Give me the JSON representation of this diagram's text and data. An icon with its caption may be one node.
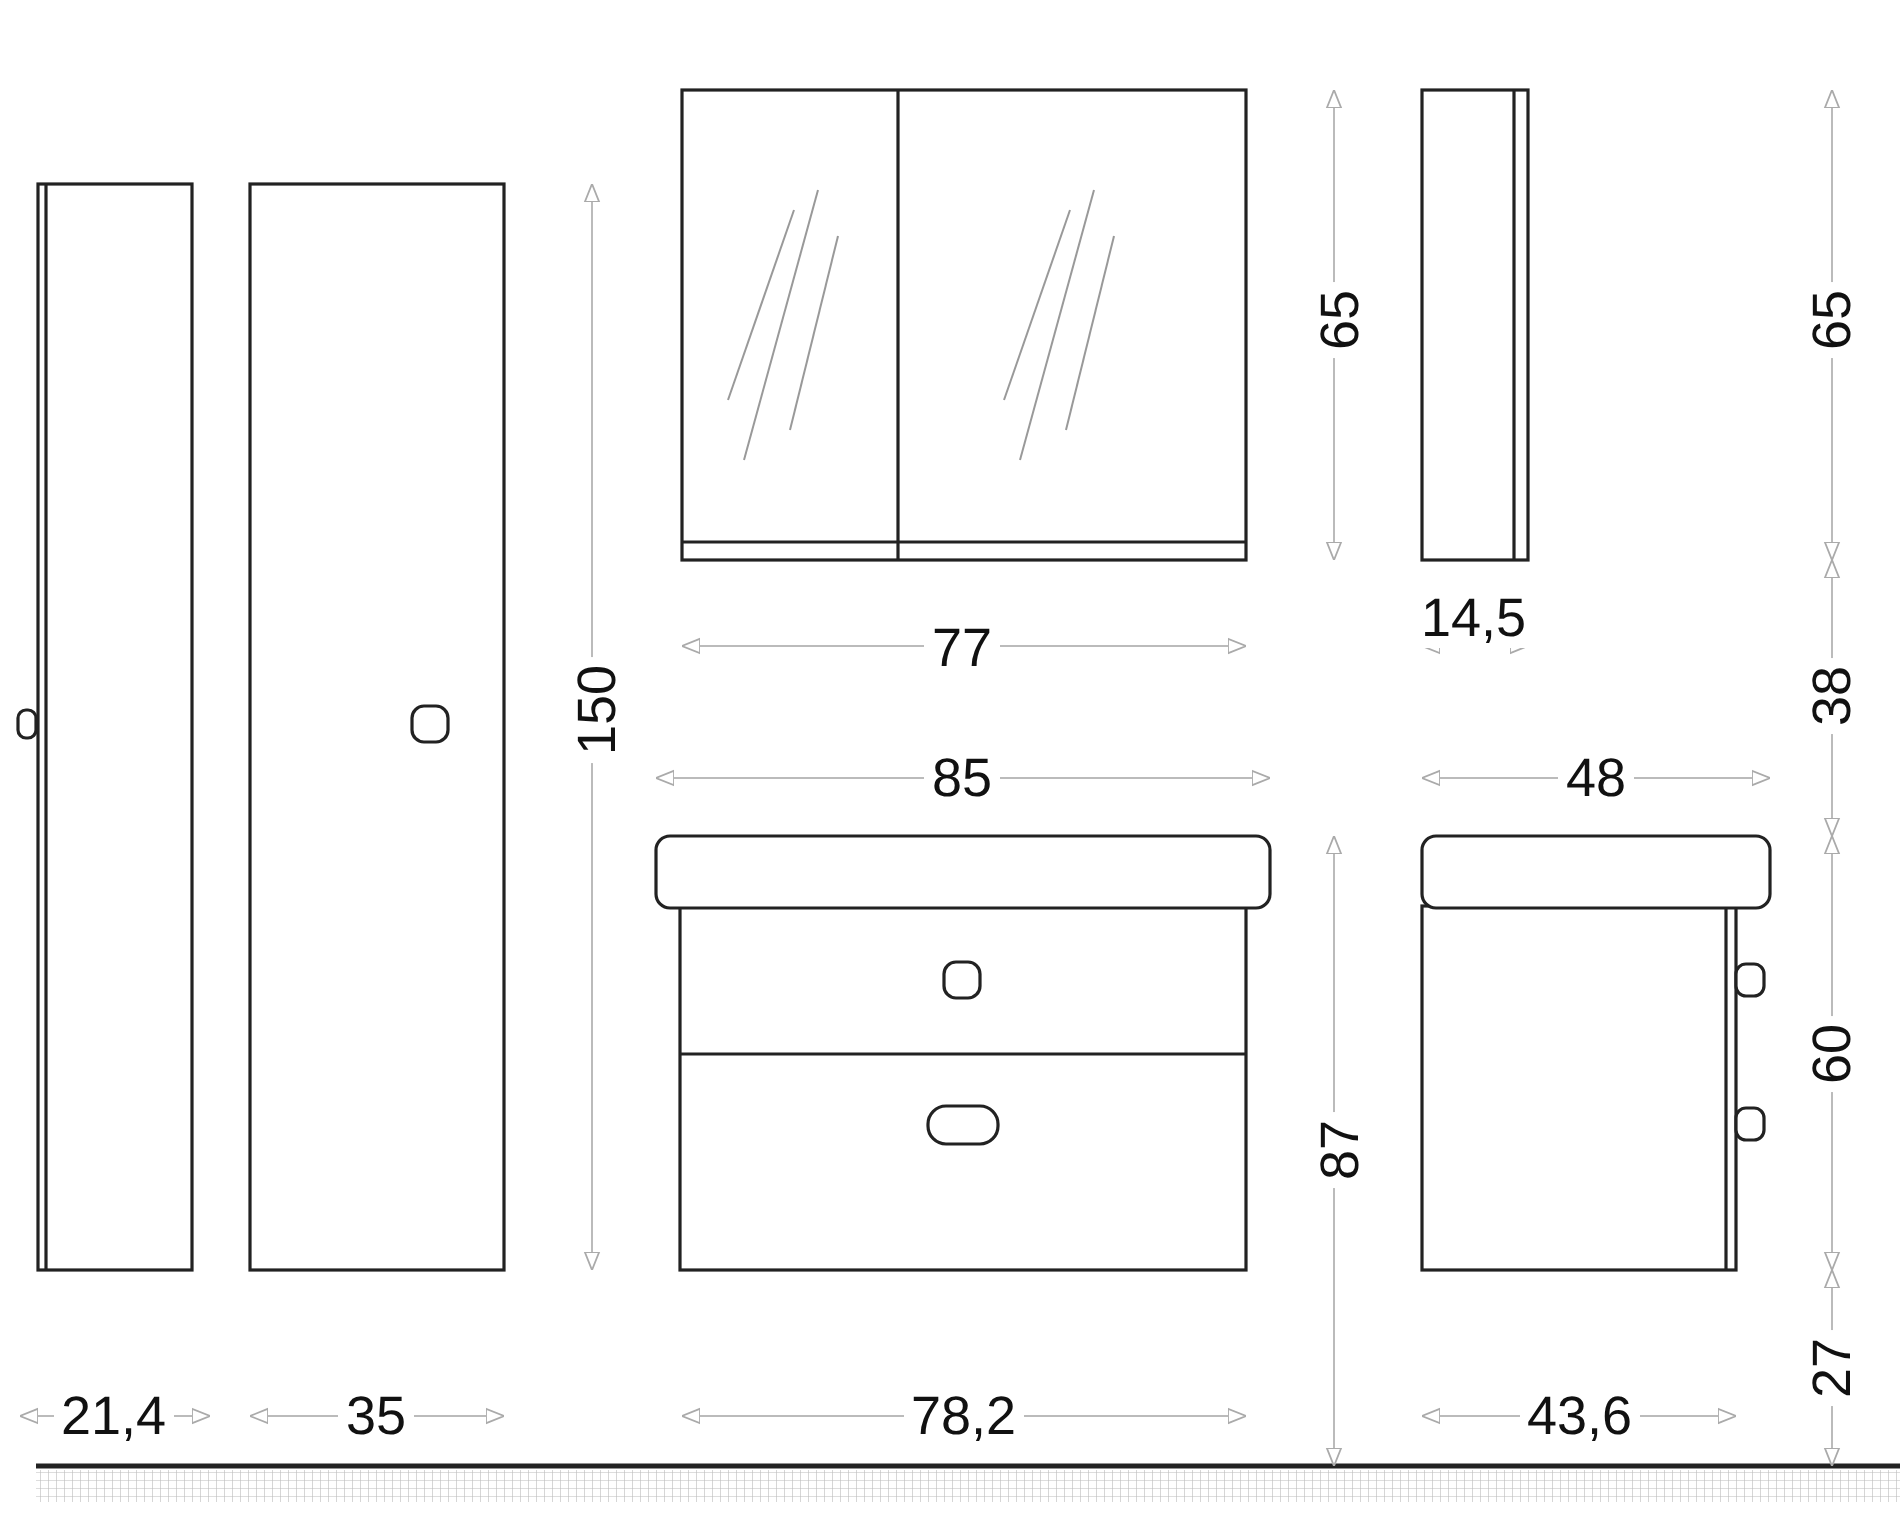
{
  "diagram": {
    "labels": [
      "65",
      "65",
      "150",
      "77",
      "14,5",
      "38",
      "85",
      "48",
      "60",
      "87",
      "27",
      "21,4",
      "35",
      "78,2",
      "43,6"
    ]
  }
}
